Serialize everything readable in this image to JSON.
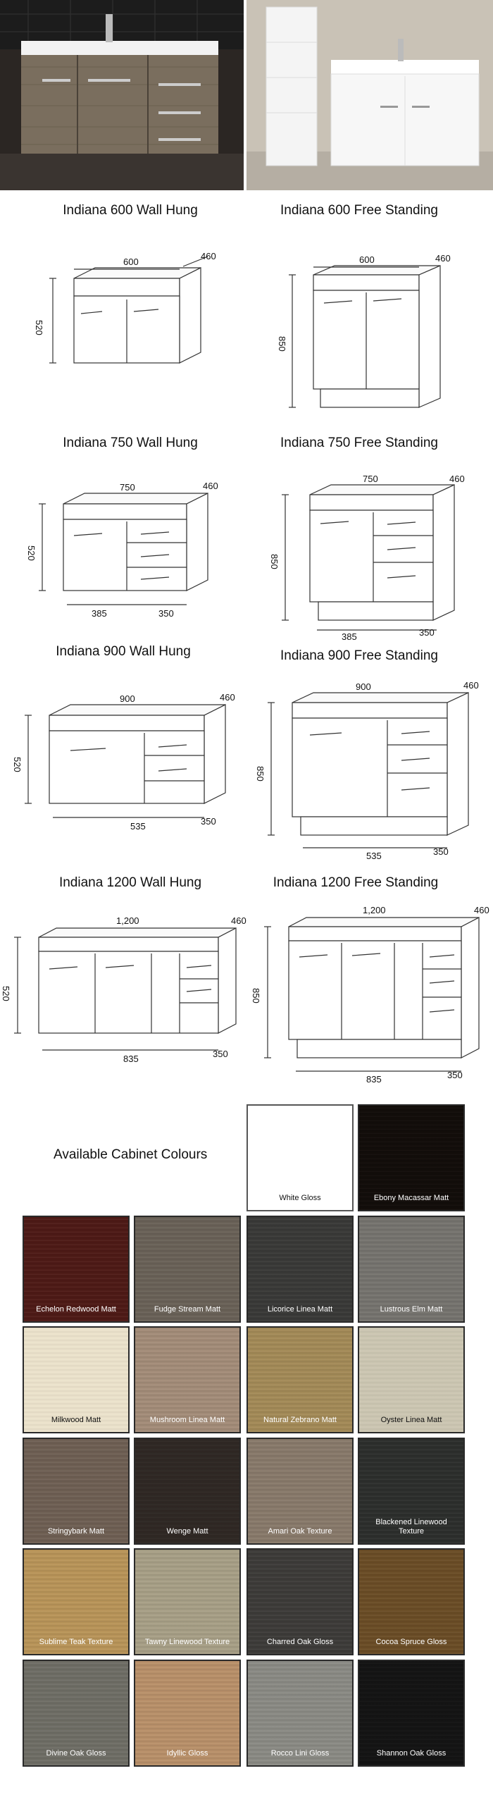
{
  "photos": {
    "left_alt": "Indiana vanity in timber grain finish",
    "right_alt": "Indiana vanity in white gloss finish"
  },
  "diagrams": [
    {
      "title": "Indiana 600 Wall Hung",
      "width": "600",
      "depth": "460",
      "height": "520",
      "left_w": "",
      "right_w": "",
      "standing": false,
      "drawers": false
    },
    {
      "title": "Indiana 600 Free Standing",
      "width": "600",
      "depth": "460",
      "height": "850",
      "left_w": "",
      "right_w": "",
      "standing": true,
      "drawers": false
    },
    {
      "title": "Indiana 750 Wall Hung",
      "width": "750",
      "depth": "460",
      "height": "520",
      "left_w": "385",
      "right_w": "350",
      "standing": false,
      "drawers": true
    },
    {
      "title": "Indiana 750 Free Standing",
      "width": "750",
      "depth": "460",
      "height": "850",
      "left_w": "385",
      "right_w": "350",
      "standing": true,
      "drawers": true
    },
    {
      "title": "Indiana 900 Wall Hung",
      "width": "900",
      "depth": "460",
      "height": "520",
      "left_w": "535",
      "right_w": "350",
      "standing": false,
      "drawers": true
    },
    {
      "title": "Indiana 900 Free Standing",
      "width": "900",
      "depth": "460",
      "height": "850",
      "left_w": "535",
      "right_w": "350",
      "standing": true,
      "drawers": true
    },
    {
      "title": "Indiana 1200 Wall Hung",
      "width": "1,200",
      "depth": "460",
      "height": "520",
      "left_w": "835",
      "right_w": "350",
      "standing": false,
      "drawers": true
    },
    {
      "title": "Indiana 1200 Free Standing",
      "width": "1,200",
      "depth": "460",
      "height": "850",
      "left_w": "835",
      "right_w": "350",
      "standing": true,
      "drawers": true
    }
  ],
  "colours_heading": "Available Cabinet Colours",
  "colours": [
    {
      "name": "White Gloss",
      "color": "#ffffff",
      "light": true
    },
    {
      "name": "Ebony Macassar Matt",
      "color": "#120d0a",
      "light": false
    },
    {
      "name": "Echelon Redwood Matt",
      "color": "#4e1a16",
      "light": false
    },
    {
      "name": "Fudge Stream Matt",
      "color": "#6a6258",
      "light": false
    },
    {
      "name": "Licorice Linea Matt",
      "color": "#3a3a38",
      "light": false
    },
    {
      "name": "Lustrous Elm Matt",
      "color": "#76746f",
      "light": false
    },
    {
      "name": "Milkwood Matt",
      "color": "#ece3cc",
      "light": true
    },
    {
      "name": "Mushroom Linea Matt",
      "color": "#a48d79",
      "light": false
    },
    {
      "name": "Natural Zebrano Matt",
      "color": "#a48b58",
      "light": false
    },
    {
      "name": "Oyster Linea Matt",
      "color": "#cdc7b3",
      "light": true
    },
    {
      "name": "Stringybark Matt",
      "color": "#6f6054",
      "light": false
    },
    {
      "name": "Wenge Matt",
      "color": "#2f2824",
      "light": false
    },
    {
      "name": "Amari Oak Texture",
      "color": "#897a6b",
      "light": false
    },
    {
      "name": "Blackened Linewood Texture",
      "color": "#2c2e2c",
      "light": false
    },
    {
      "name": "Sublime Teak Texture",
      "color": "#b99559",
      "light": false
    },
    {
      "name": "Tawny Linewood Texture",
      "color": "#a8a087",
      "light": false
    },
    {
      "name": "Charred Oak Gloss",
      "color": "#3d3c39",
      "light": false
    },
    {
      "name": "Cocoa Spruce Gloss",
      "color": "#6b4d26",
      "light": false
    },
    {
      "name": "Divine Oak Gloss",
      "color": "#6f6e66",
      "light": false
    },
    {
      "name": "Idyllic Gloss",
      "color": "#b9916a",
      "light": false
    },
    {
      "name": "Rocco Lini Gloss",
      "color": "#8b8b85",
      "light": false
    },
    {
      "name": "Shannon Oak Gloss",
      "color": "#141414",
      "light": false
    }
  ]
}
